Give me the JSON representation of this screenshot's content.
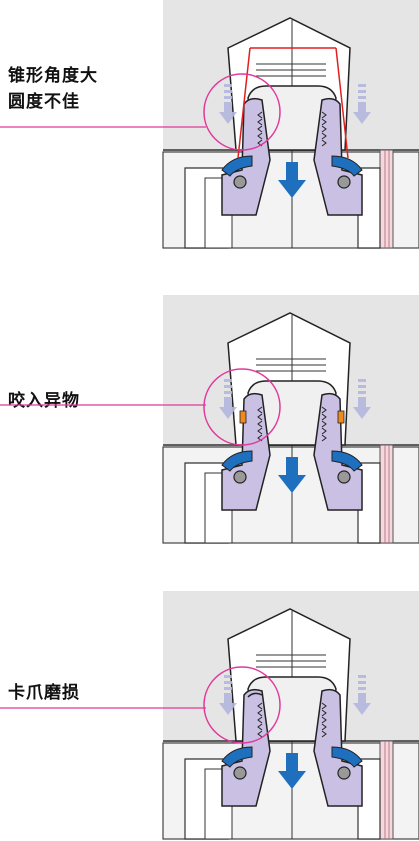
{
  "panels": [
    {
      "label_lines": [
        "锥形角度大",
        "圆度不佳"
      ],
      "variant": "taper"
    },
    {
      "label_lines": [
        "咬入异物"
      ],
      "variant": "foreign"
    },
    {
      "label_lines": [
        "卡爪磨损"
      ],
      "variant": "wear"
    }
  ],
  "colors": {
    "housing": "#e5e5e5",
    "jaw": "#c9c0e3",
    "seal": "#1f6fbf",
    "arrow": "#1f6fbf",
    "faint_arrow": "#b4b7de",
    "callout": "#e0389b",
    "taper_line": "#e02020",
    "debris": "#f08a1e",
    "ring": "#f5d7dd"
  },
  "icons": [
    "down-arrow-icon",
    "faint-down-arrow-icon",
    "callout-circle-icon"
  ]
}
